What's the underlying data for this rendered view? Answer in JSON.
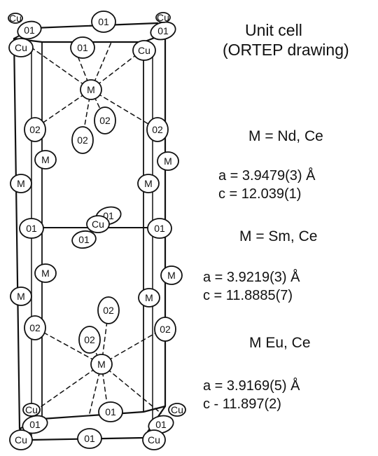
{
  "title": {
    "line1": "Unit cell",
    "line2": "(ORTEP drawing)"
  },
  "compounds": [
    {
      "composition": "M = Nd, Ce",
      "a": "a = 3.9479(3) Å",
      "c": "c = 12.039(1)"
    },
    {
      "composition": "M = Sm, Ce",
      "a": "a = 3.9219(3) Å",
      "c": "c = 11.8885(7)"
    },
    {
      "composition": "M   Eu, Ce",
      "a": "a = 3.9169(5) Å",
      "c": "c - 11.897(2)"
    }
  ],
  "atom_labels": {
    "cu": "Cu",
    "o1": "01",
    "o2": "02",
    "m": "M"
  },
  "colors": {
    "ink": "#111111",
    "background": "#ffffff"
  }
}
